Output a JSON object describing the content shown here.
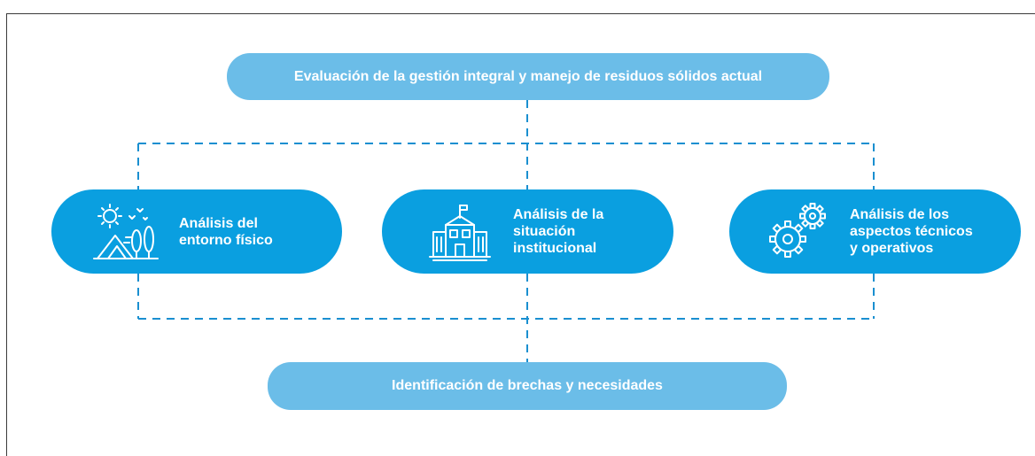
{
  "diagram": {
    "top_box": "Evaluación de la gestión integral y manejo de residuos sólidos actual",
    "bottom_box": "Identificación de brechas y necesidades",
    "nodes": [
      {
        "label": "Análisis del\nentorno físico",
        "icon": "landscape-icon"
      },
      {
        "label": "Análisis de la\nsituación\ninstitucional",
        "icon": "building-icon"
      },
      {
        "label": "Análisis de los\naspectos técnicos\ny operativos",
        "icon": "gears-icon"
      }
    ]
  },
  "colors": {
    "light_pill": "#6bbde8",
    "dark_pill": "#0a9fe0",
    "connector": "#1a8fd0",
    "text": "#ffffff"
  }
}
